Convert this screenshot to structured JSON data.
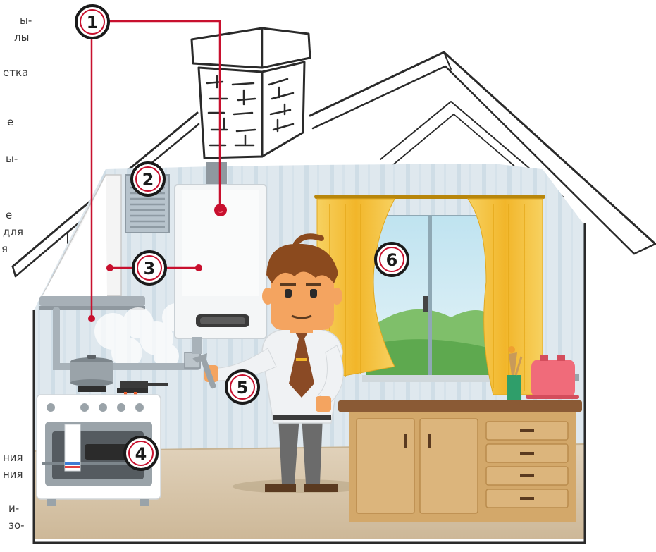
{
  "side_text": {
    "t1": "ы-",
    "t2": "лы",
    "t3": "етка",
    "t4": "е",
    "t5": "ы-",
    "t6": "е",
    "t7": "для",
    "t8": "я",
    "t9": "ния",
    "t10": "ния",
    "t11": "и-",
    "t12": "зо-"
  },
  "markers": [
    {
      "id": "chimney-gas-sensor",
      "number": "1"
    },
    {
      "id": "ventilation-grille",
      "number": "2"
    },
    {
      "id": "gas-boiler",
      "number": "3"
    },
    {
      "id": "gas-stove-oven",
      "number": "4"
    },
    {
      "id": "gas-worker",
      "number": "5"
    },
    {
      "id": "window",
      "number": "6"
    }
  ],
  "colors": {
    "marker_line": "#c8102e",
    "marker_border": "#1a1a1a",
    "wall": "#dfe8ee",
    "wall_stripe": "#cfdde6",
    "floor": "#d9c7ad",
    "cabinet": "#d3a86a",
    "countertop": "#8a5a35",
    "curtain": "#f4c33a",
    "boiler": "#f4f6f7",
    "shirt": "#f0f2f4",
    "tie": "#8a4a25",
    "trousers": "#6b6b6b",
    "skin": "#f4a460",
    "hair": "#8b4a1e",
    "toaster": "#f06b7a"
  },
  "icons": [
    "chimney",
    "house-outline",
    "range-hood",
    "gas-boiler",
    "gas-stove",
    "oven",
    "wrench",
    "window",
    "curtains",
    "kitchen-cabinet",
    "toaster",
    "utensil-jar",
    "gas-worker-character"
  ]
}
